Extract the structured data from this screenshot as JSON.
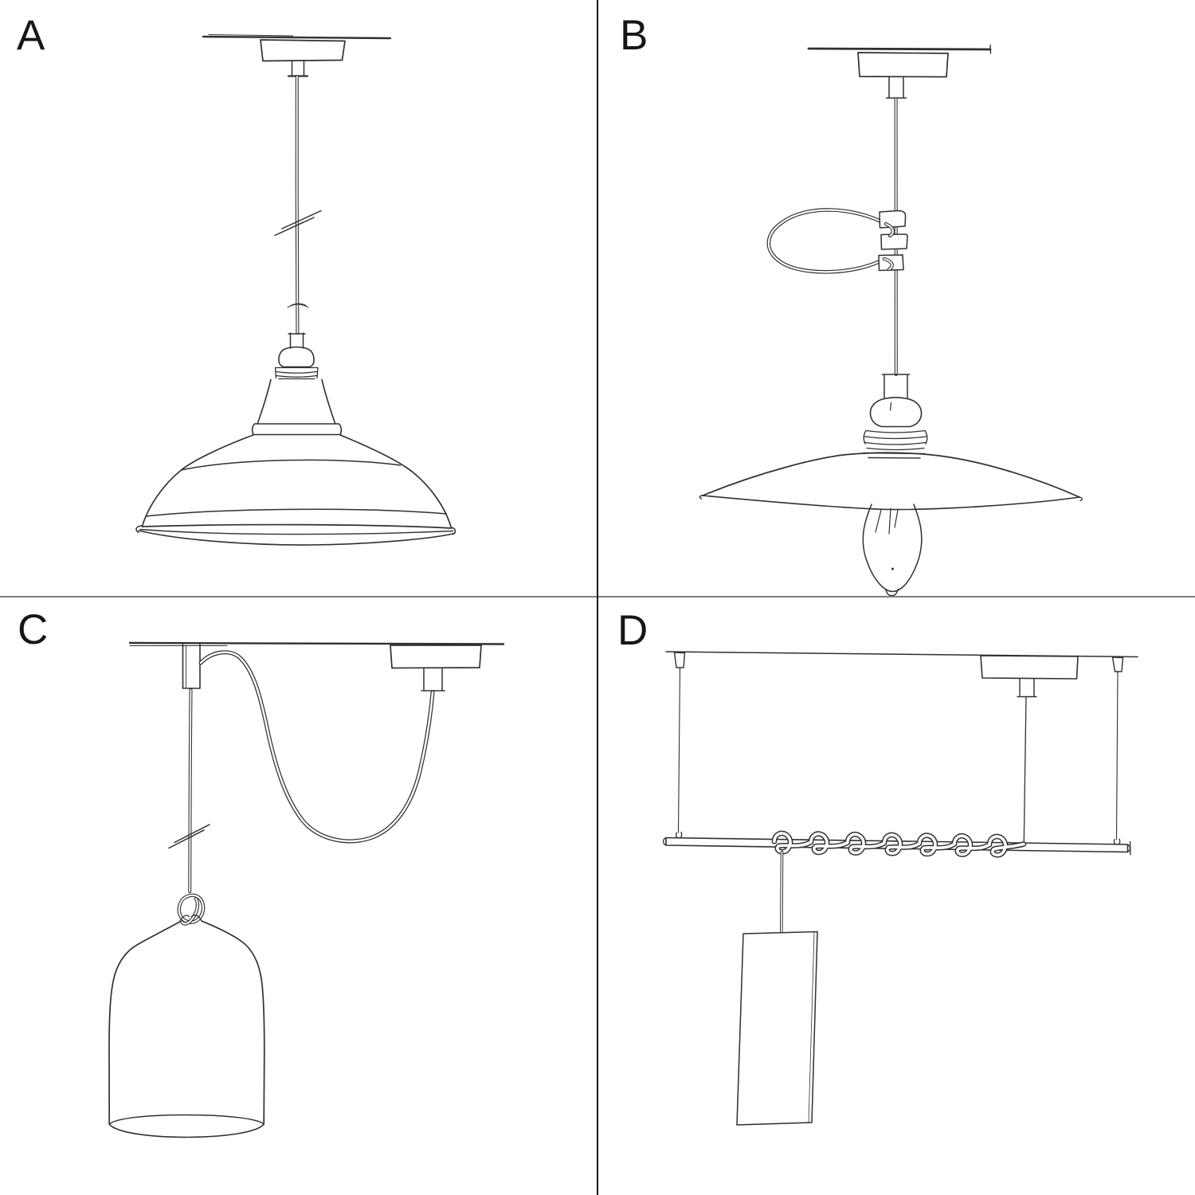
{
  "canvas": {
    "background": "#ffffff",
    "ink_color": "#303030",
    "letter_color": "#161616",
    "divider_vertical_color": "#1a1a1a",
    "divider_horizontal_color": "#7d7d7d"
  },
  "panels": [
    {
      "id": "A",
      "label": "A",
      "name": "pendant-with-industrial-bowl-shade"
    },
    {
      "id": "B",
      "label": "B",
      "name": "pendant-with-flat-plate-shade-and-cable-hook"
    },
    {
      "id": "C",
      "label": "C",
      "name": "swag-pendant-with-knot-and-bell-shade"
    },
    {
      "id": "D",
      "label": "D",
      "name": "suspended-bar-with-wrapped-cable-and-tube-shade"
    }
  ]
}
